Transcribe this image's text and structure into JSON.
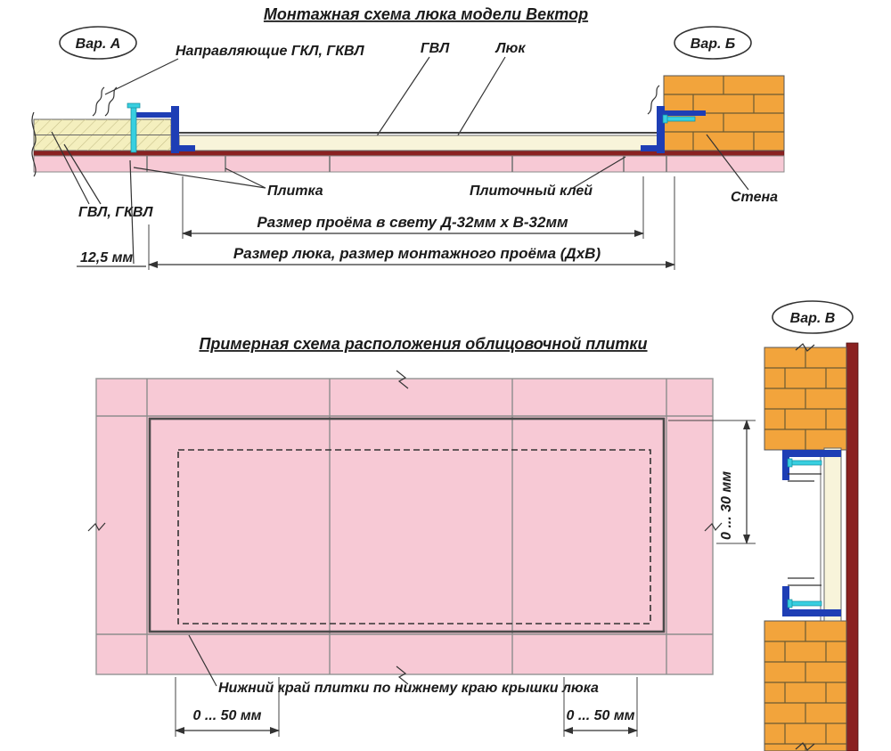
{
  "colors": {
    "tile_pink": "#f7c9d5",
    "brick_orange": "#f2a43c",
    "panel_cream": "#f4efbe",
    "lid_cream": "#f8f4da",
    "profile_blue": "#1e3eb5",
    "screw_cyan": "#38cfe0",
    "adhesive_red": "#8a2121"
  },
  "section_top": {
    "title": "Монтажная схема люка модели Вектор",
    "variant_a": "Вар. А",
    "variant_b": "Вар. Б",
    "label_guides": "Направляющие ГКЛ, ГКВЛ",
    "label_gvl": "ГВЛ",
    "label_hatch": "Люк",
    "label_tile": "Плитка",
    "label_glue": "Плиточный клей",
    "label_wall": "Стена",
    "label_gvl_gkvl": "ГВЛ, ГКВЛ",
    "dim_thickness": "12,5 мм",
    "dim_opening": "Размер проёма в свету Д-32мм х В-32мм",
    "dim_hatch": "Размер люка, размер монтажного проёма (ДхВ)"
  },
  "section_plan": {
    "title": "Примерная схема расположения облицовочной плитки",
    "variant_v": "Вар. В",
    "note": "Нижний край плитки по нижнему краю крышки люка",
    "dim_left": "0 ... 50 мм",
    "dim_right": "0 ... 50 мм",
    "dim_offset": "0 ... 30 мм"
  }
}
